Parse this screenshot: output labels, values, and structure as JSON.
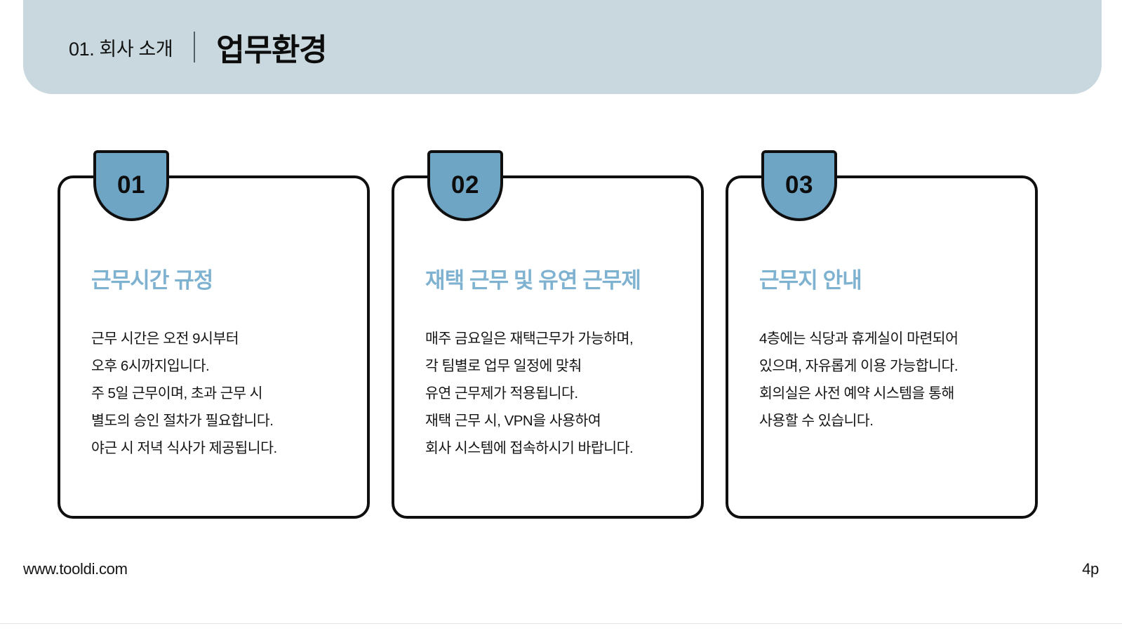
{
  "slide": {
    "header": {
      "eyebrow": "01. 회사 소개",
      "separator": "|",
      "title": "업무환경",
      "band_color": "#c8d8de"
    },
    "accent_colors": {
      "badge_fill": "#6ea5c5",
      "card_title": "#7fb2d0",
      "outline": "#0f0f0f"
    },
    "cards": [
      {
        "number": "01",
        "title": "근무시간 규정",
        "body_lines": [
          "근무 시간은 오전 9시부터",
          "오후 6시까지입니다.",
          "주 5일 근무이며, 초과 근무 시",
          "별도의 승인 절차가 필요합니다.",
          "야근 시 저녁 식사가 제공됩니다."
        ]
      },
      {
        "number": "02",
        "title": "재택 근무 및 유연 근무제",
        "body_lines": [
          "매주 금요일은 재택근무가 가능하며,",
          "각 팀별로 업무 일정에 맞춰",
          "유연 근무제가 적용됩니다.",
          "재택 근무 시, VPN을 사용하여",
          "회사 시스템에 접속하시기 바랍니다."
        ]
      },
      {
        "number": "03",
        "title": "근무지 안내",
        "body_lines": [
          "4층에는 식당과 휴게실이 마련되어",
          "있으며, 자유롭게 이용 가능합니다.",
          "회의실은 사전 예약 시스템을 통해",
          "사용할 수 있습니다."
        ]
      }
    ],
    "footer": {
      "url": "www.tooldi.com",
      "page": "4p"
    }
  }
}
